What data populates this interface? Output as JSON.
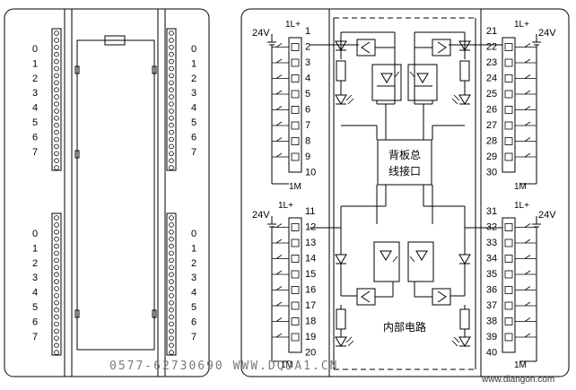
{
  "module_front": {
    "channels_upper": [
      "0",
      "1",
      "2",
      "3",
      "4",
      "5",
      "6",
      "7"
    ],
    "channels_lower": [
      "0",
      "1",
      "2",
      "3",
      "4",
      "5",
      "6",
      "7"
    ]
  },
  "wiring": {
    "supply_voltage": "24V",
    "group_common_plus": "1L+",
    "group_common_minus": "1M",
    "terminals_top_left": [
      "1",
      "2",
      "3",
      "4",
      "5",
      "6",
      "7",
      "8",
      "9",
      "10"
    ],
    "terminals_top_right": [
      "21",
      "22",
      "23",
      "24",
      "25",
      "26",
      "27",
      "28",
      "29",
      "30"
    ],
    "terminals_bottom_left": [
      "11",
      "12",
      "13",
      "14",
      "15",
      "16",
      "17",
      "18",
      "19",
      "20"
    ],
    "terminals_bottom_right": [
      "31",
      "32",
      "33",
      "34",
      "35",
      "36",
      "37",
      "38",
      "39",
      "40"
    ],
    "backplane_label_line1": "背板总",
    "backplane_label_line2": "线接口",
    "internal_circuit_label": "内部电路"
  },
  "watermark": "0577-62730690  WWW.DQJA1.CN",
  "credit": "www.diangon.com"
}
